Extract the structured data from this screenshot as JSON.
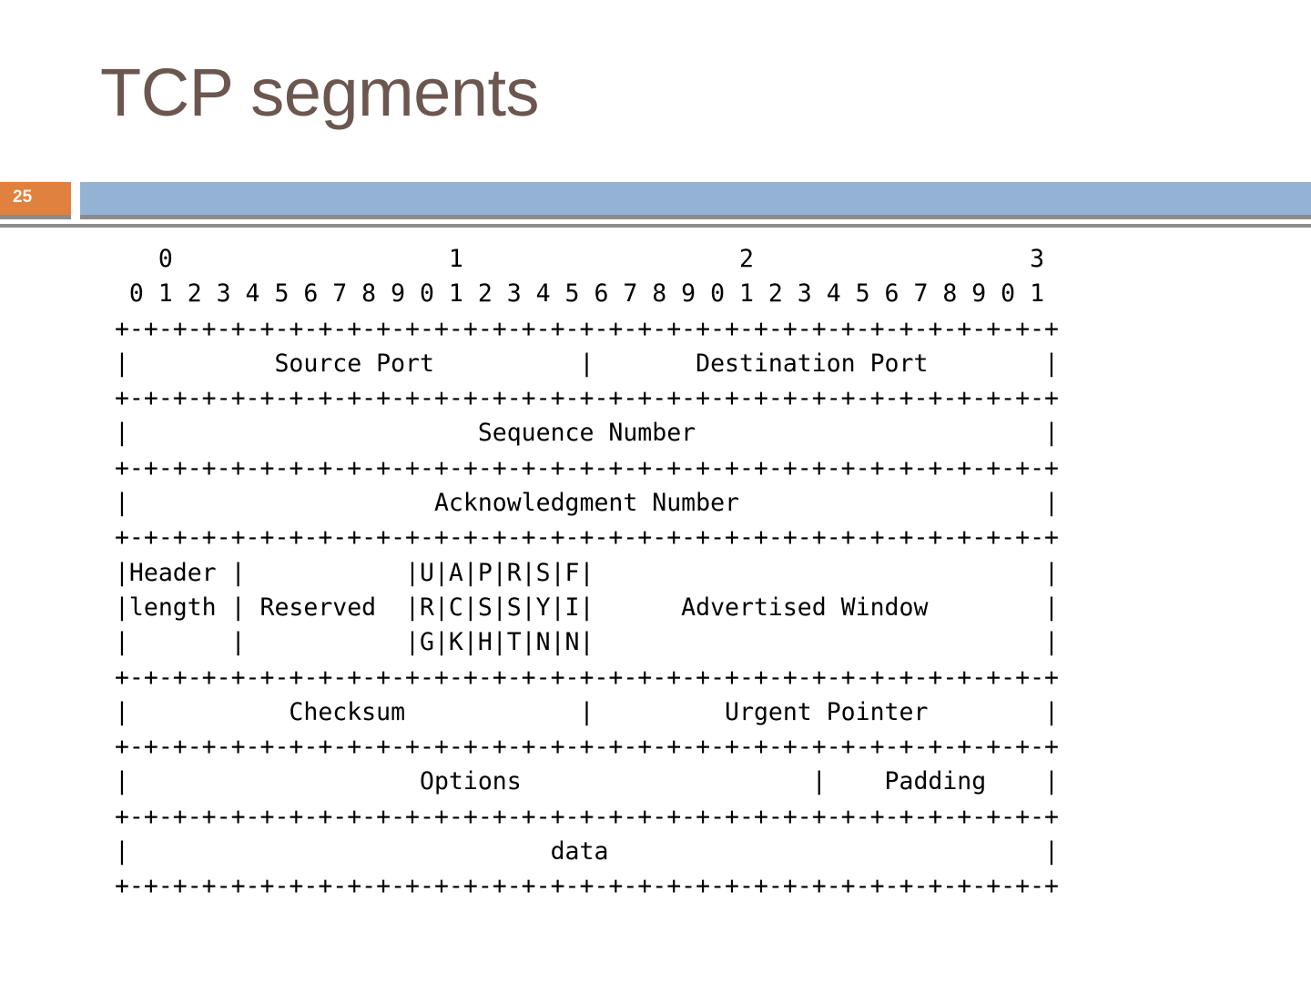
{
  "slide": {
    "title": "TCP segments",
    "number": "25",
    "accent_orange": "#e0813f",
    "accent_blue": "#94b3d4",
    "title_color": "#6b5750",
    "rule_gray": "#8c8c8c"
  },
  "diagram": {
    "name": "tcp-header-format",
    "word_index_row": "    0                   1                   2                   3",
    "bit_index_row": "  0 1 2 3 4 5 6 7 8 9 0 1 2 3 4 5 6 7 8 9 0 1 2 3 4 5 6 7 8 9 0 1",
    "separator": " +-+-+-+-+-+-+-+-+-+-+-+-+-+-+-+-+-+-+-+-+-+-+-+-+-+-+-+-+-+-+-+-+",
    "rows": [
      " |          Source Port          |       Destination Port        |",
      " |                        Sequence Number                        |",
      " |                     Acknowledgment Number                     |",
      " |Header |           |U|A|P|R|S|F|                               |",
      " |length | Reserved  |R|C|S|S|Y|I|      Advertised Window        |",
      " |       |           |G|K|H|T|N|N|                               |",
      " |           Checksum            |         Urgent Pointer        |",
      " |                    Options                    |    Padding    |",
      " |                             data                              |"
    ],
    "full_text": "    0                   1                   2                   3\n  0 1 2 3 4 5 6 7 8 9 0 1 2 3 4 5 6 7 8 9 0 1 2 3 4 5 6 7 8 9 0 1\n +-+-+-+-+-+-+-+-+-+-+-+-+-+-+-+-+-+-+-+-+-+-+-+-+-+-+-+-+-+-+-+-+\n |          Source Port          |       Destination Port        |\n +-+-+-+-+-+-+-+-+-+-+-+-+-+-+-+-+-+-+-+-+-+-+-+-+-+-+-+-+-+-+-+-+\n |                        Sequence Number                        |\n +-+-+-+-+-+-+-+-+-+-+-+-+-+-+-+-+-+-+-+-+-+-+-+-+-+-+-+-+-+-+-+-+\n |                     Acknowledgment Number                     |\n +-+-+-+-+-+-+-+-+-+-+-+-+-+-+-+-+-+-+-+-+-+-+-+-+-+-+-+-+-+-+-+-+\n |Header |           |U|A|P|R|S|F|                               |\n |length | Reserved  |R|C|S|S|Y|I|      Advertised Window        |\n |       |           |G|K|H|T|N|N|                               |\n +-+-+-+-+-+-+-+-+-+-+-+-+-+-+-+-+-+-+-+-+-+-+-+-+-+-+-+-+-+-+-+-+\n |           Checksum            |         Urgent Pointer        |\n +-+-+-+-+-+-+-+-+-+-+-+-+-+-+-+-+-+-+-+-+-+-+-+-+-+-+-+-+-+-+-+-+\n |                    Options                    |    Padding    |\n +-+-+-+-+-+-+-+-+-+-+-+-+-+-+-+-+-+-+-+-+-+-+-+-+-+-+-+-+-+-+-+-+\n |                             data                              |\n +-+-+-+-+-+-+-+-+-+-+-+-+-+-+-+-+-+-+-+-+-+-+-+-+-+-+-+-+-+-+-+-+",
    "fields": [
      "Source Port",
      "Destination Port",
      "Sequence Number",
      "Acknowledgment Number",
      "Header length",
      "Reserved",
      "URG",
      "ACK",
      "PSH",
      "RST",
      "SYN",
      "FIN",
      "Advertised Window",
      "Checksum",
      "Urgent Pointer",
      "Options",
      "Padding",
      "data"
    ]
  }
}
